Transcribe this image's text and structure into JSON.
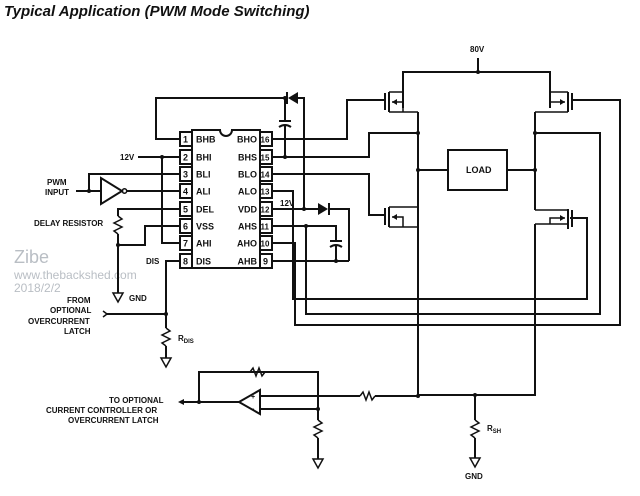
{
  "title": "Typical Application (PWM Mode Switching)",
  "watermark": {
    "name": "Zibe",
    "site": "www.thebackshed.com",
    "date": "2018/2/2"
  },
  "ic": {
    "left_pins": [
      {
        "num": "1",
        "name": "BHB"
      },
      {
        "num": "2",
        "name": "BHI"
      },
      {
        "num": "3",
        "name": "BLI"
      },
      {
        "num": "4",
        "name": "ALI"
      },
      {
        "num": "5",
        "name": "DEL"
      },
      {
        "num": "6",
        "name": "VSS"
      },
      {
        "num": "7",
        "name": "AHI"
      },
      {
        "num": "8",
        "name": "DIS"
      }
    ],
    "right_pins": [
      {
        "num": "16",
        "name": "BHO"
      },
      {
        "num": "15",
        "name": "BHS"
      },
      {
        "num": "14",
        "name": "BLO"
      },
      {
        "num": "13",
        "name": "ALO"
      },
      {
        "num": "12",
        "name": "VDD"
      },
      {
        "num": "11",
        "name": "AHS"
      },
      {
        "num": "10",
        "name": "AHO"
      },
      {
        "num": "9",
        "name": "AHB"
      }
    ]
  },
  "labels": {
    "supply_80v": "80V",
    "v12_left": "12V",
    "v12_right": "12V",
    "pwm_input_1": "PWM",
    "pwm_input_2": "INPUT",
    "delay_resistor": "DELAY RESISTOR",
    "gnd_left": "GND",
    "dis": "DIS",
    "from_1": "FROM",
    "from_2": "OPTIONAL",
    "from_3": "OVERCURRENT",
    "from_4": "LATCH",
    "rdis_main": "R",
    "rdis_sub": "DIS",
    "load": "LOAD",
    "to_1": "TO OPTIONAL",
    "to_2": "CURRENT CONTROLLER OR",
    "to_3": "OVERCURRENT LATCH",
    "rsh_main": "R",
    "rsh_sub": "SH",
    "gnd_bottom": "GND",
    "opamp_plus": "+",
    "opamp_minus": "-"
  }
}
